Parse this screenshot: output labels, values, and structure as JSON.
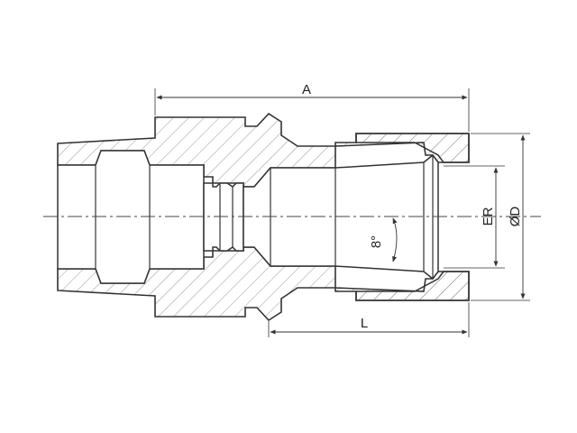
{
  "drawing": {
    "dimensions": {
      "a": "A",
      "l": "L",
      "er": "ER",
      "od": "ØD"
    },
    "angle": "8°"
  }
}
